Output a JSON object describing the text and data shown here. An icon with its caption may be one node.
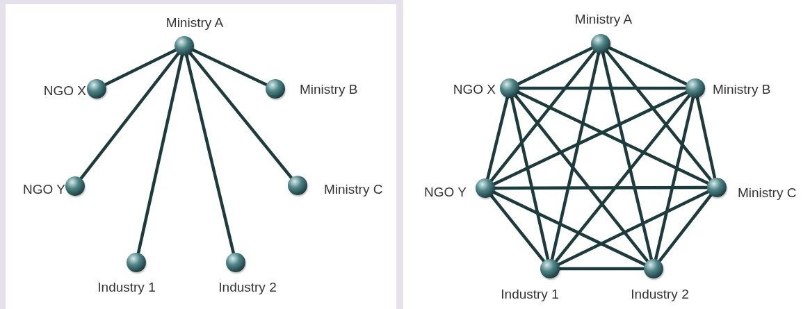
{
  "diagram": {
    "nodes": [
      {
        "text": [],
        "shape": "circle",
        "beside": [
          "Ministry A"
        ]
      },
      {
        "text": [],
        "shape": "circle",
        "beside": [
          "NGO X"
        ]
      },
      {
        "text": [],
        "shape": "circle",
        "beside": [
          "Ministry B"
        ]
      },
      {
        "text": [],
        "shape": "circle",
        "beside": [
          "NGO Y"
        ]
      },
      {
        "text": [],
        "shape": "circle",
        "beside": [
          "Ministry C"
        ]
      },
      {
        "text": [],
        "shape": "circle",
        "beside": [
          "Industry 1"
        ]
      },
      {
        "text": [],
        "shape": "circle",
        "beside": [
          "Industry 2"
        ]
      },
      {
        "text": [],
        "shape": "circle",
        "beside": [
          "Ministry A"
        ]
      },
      {
        "text": [],
        "shape": "circle",
        "beside": [
          "NGO X"
        ]
      },
      {
        "text": [],
        "shape": "circle",
        "beside": [
          "Ministry B"
        ]
      },
      {
        "text": [],
        "shape": "circle",
        "beside": [
          "NGO Y"
        ]
      },
      {
        "text": [],
        "shape": "circle",
        "beside": [
          "Ministry C"
        ]
      },
      {
        "text": [],
        "shape": "circle",
        "beside": [
          "Industry 1"
        ]
      },
      {
        "text": [],
        "shape": "circle",
        "beside": [
          "Industry 2"
        ]
      }
    ],
    "edges": [
      {
        "from": 0,
        "to": 1,
        "arrow": "none"
      },
      {
        "from": 0,
        "to": 2,
        "arrow": "none"
      },
      {
        "from": 0,
        "to": 3,
        "arrow": "none"
      },
      {
        "from": 0,
        "to": 4,
        "arrow": "none"
      },
      {
        "from": 0,
        "to": 5,
        "arrow": "none"
      },
      {
        "from": 0,
        "to": 6,
        "arrow": "none"
      },
      {
        "from": 7,
        "to": 8,
        "arrow": "none"
      },
      {
        "from": 7,
        "to": 9,
        "arrow": "none"
      },
      {
        "from": 7,
        "to": 10,
        "arrow": "none"
      },
      {
        "from": 7,
        "to": 11,
        "arrow": "none"
      },
      {
        "from": 7,
        "to": 12,
        "arrow": "none"
      },
      {
        "from": 7,
        "to": 13,
        "arrow": "none"
      },
      {
        "from": 8,
        "to": 9,
        "arrow": "none"
      },
      {
        "from": 8,
        "to": 10,
        "arrow": "none"
      },
      {
        "from": 8,
        "to": 11,
        "arrow": "none"
      },
      {
        "from": 8,
        "to": 12,
        "arrow": "none"
      },
      {
        "from": 8,
        "to": 13,
        "arrow": "none"
      },
      {
        "from": 9,
        "to": 10,
        "arrow": "none"
      },
      {
        "from": 9,
        "to": 11,
        "arrow": "none"
      },
      {
        "from": 9,
        "to": 12,
        "arrow": "none"
      },
      {
        "from": 9,
        "to": 13,
        "arrow": "none"
      },
      {
        "from": 10,
        "to": 11,
        "arrow": "none"
      },
      {
        "from": 10,
        "to": 12,
        "arrow": "none"
      },
      {
        "from": 10,
        "to": 13,
        "arrow": "none"
      },
      {
        "from": 11,
        "to": 12,
        "arrow": "none"
      },
      {
        "from": 11,
        "to": 13,
        "arrow": "none"
      },
      {
        "from": 12,
        "to": 13,
        "arrow": "none"
      }
    ]
  }
}
